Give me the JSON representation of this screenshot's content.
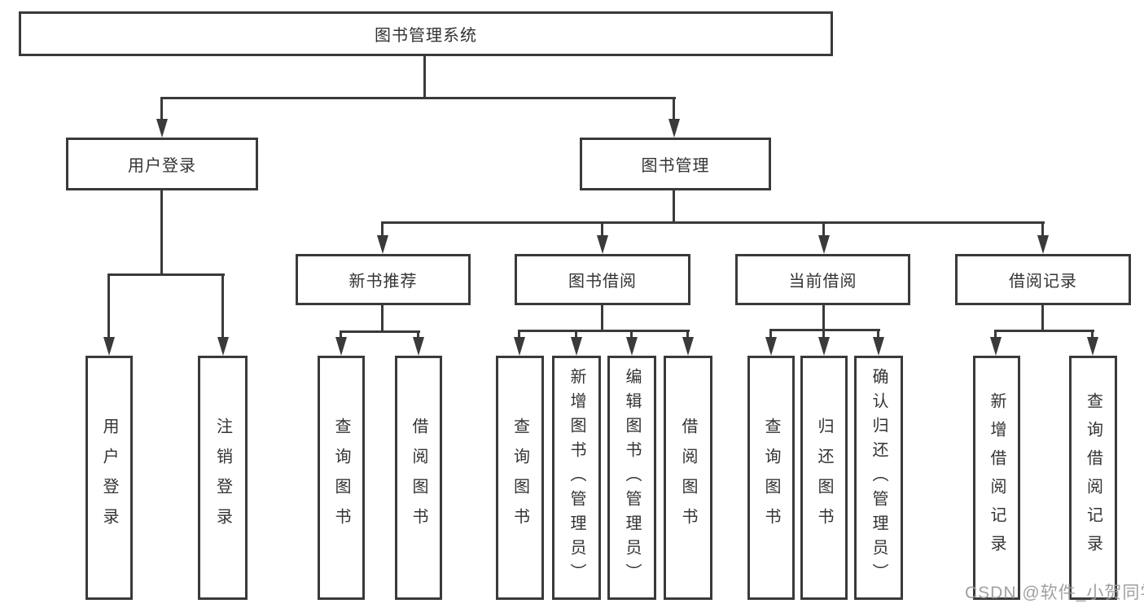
{
  "tree": {
    "label": "图书管理系统",
    "children": [
      {
        "label": "用户登录",
        "children": [
          {
            "label": "用户登录"
          },
          {
            "label": "注销登录"
          }
        ]
      },
      {
        "label": "图书管理",
        "children": [
          {
            "label": "新书推荐",
            "children": [
              {
                "label": "查询图书"
              },
              {
                "label": "借阅图书"
              }
            ]
          },
          {
            "label": "图书借阅",
            "children": [
              {
                "label": "查询图书"
              },
              {
                "label": "新增图书（管理员）"
              },
              {
                "label": "编辑图书（管理员）"
              },
              {
                "label": "借阅图书"
              }
            ]
          },
          {
            "label": "当前借阅",
            "children": [
              {
                "label": "查询图书"
              },
              {
                "label": "归还图书"
              },
              {
                "label": "确认归还（管理员）"
              }
            ]
          },
          {
            "label": "借阅记录",
            "children": [
              {
                "label": "新增借阅记录"
              },
              {
                "label": "查询借阅记录"
              }
            ]
          }
        ]
      }
    ]
  },
  "watermark": {
    "text": "CSDN @软件_小贺同学"
  },
  "colors": {
    "line": "#3a3a3a",
    "text": "#333333",
    "watermark": "#989898"
  }
}
